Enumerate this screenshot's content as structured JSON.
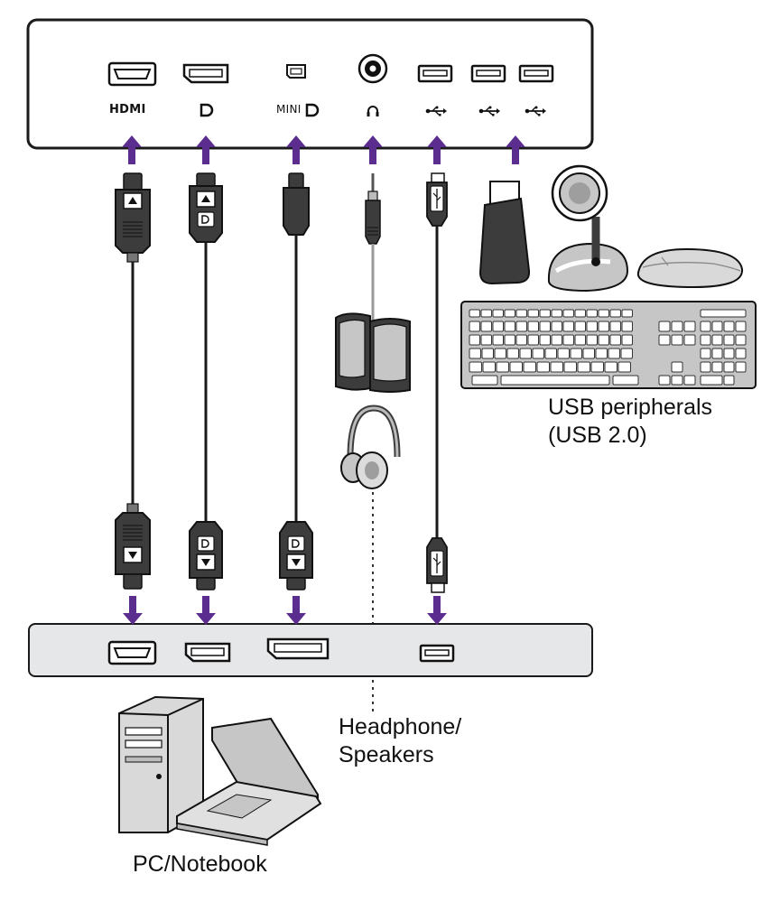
{
  "monitor_ports": {
    "hdmi": "HDMI",
    "dp": "D",
    "mini_dp": "MINI",
    "mini_dp_logo": "D",
    "headphone_symbol": "headphone-icon",
    "usb_symbol": "usb-trident-icon"
  },
  "labels": {
    "usb_line1": "USB peripherals",
    "usb_line2": "(USB 2.0)",
    "headphone_line1": "Headphone/",
    "headphone_line2": "Speakers",
    "pc": "PC/Notebook"
  },
  "colors": {
    "arrow": "#5b2d8e",
    "panel_fill": "#e6e7e8",
    "outline": "#1a1a1a",
    "device_gray": "#b9b9b9",
    "device_dark": "#3c3c3c"
  }
}
